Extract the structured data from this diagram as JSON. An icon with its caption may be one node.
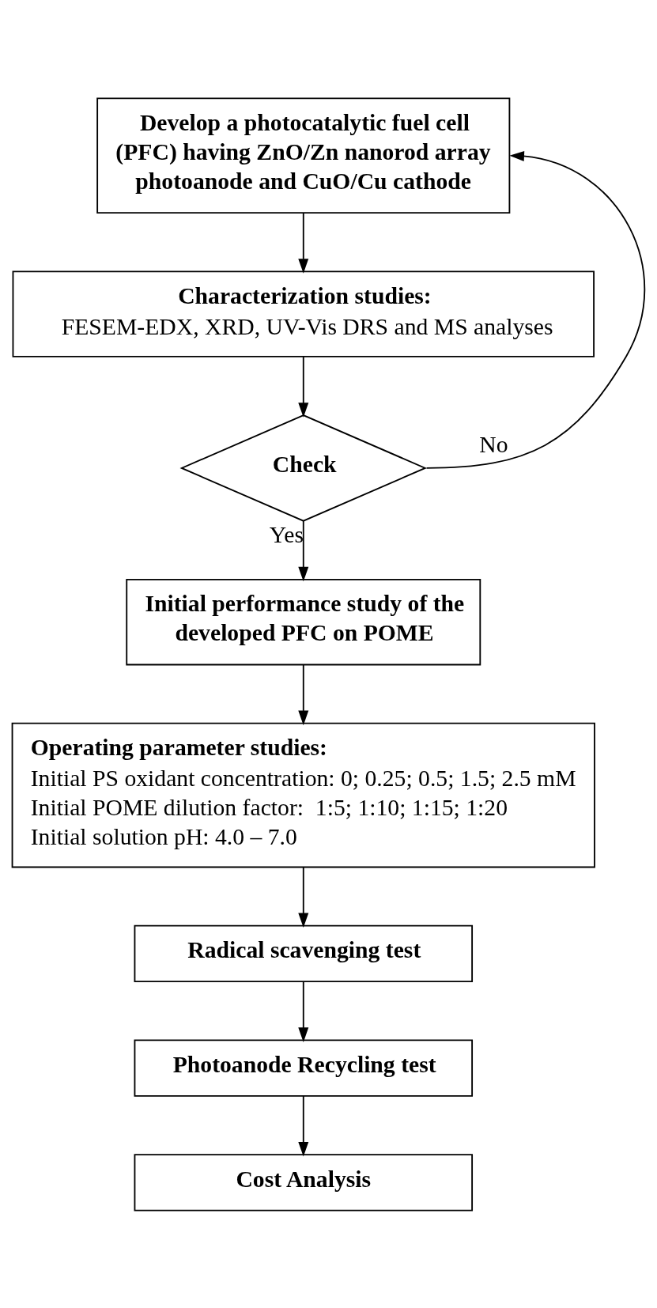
{
  "diagram": {
    "nodes": [
      {
        "text": [
          "Develop a photocatalytic fuel cell (PFC) having ZnO/Zn nanorod array photoanode and CuO/Cu cathode"
        ]
      },
      {
        "text": [
          "Characterization studies:",
          "FESEM-EDX, XRD, UV-Vis DRS and MS analyses"
        ]
      },
      {
        "text": [
          "Check"
        ]
      },
      {
        "text": [
          "Initial performance study of the developed PFC on POME"
        ]
      },
      {
        "text": [
          "Operating parameter studies:",
          "Initial PS oxidant concentration: 0; 0.25; 0.5; 1.5; 2.5 mM",
          "Initial POME dilution factor:  1:5; 1:10; 1:15; 1:20",
          "Initial solution pH: 4.0 – 7.0"
        ]
      },
      {
        "text": [
          "Radical scavenging test"
        ]
      },
      {
        "text": [
          "Photoanode Recycling test"
        ]
      },
      {
        "text": [
          "Cost Analysis"
        ]
      }
    ],
    "edges": [
      {
        "from": 0,
        "to": 1,
        "arrow": "to"
      },
      {
        "from": 1,
        "to": 2,
        "arrow": "to"
      },
      {
        "from": 2,
        "to": 3,
        "arrow": "to",
        "label": "Yes"
      },
      {
        "from": 3,
        "to": 4,
        "arrow": "to"
      },
      {
        "from": 4,
        "to": 5,
        "arrow": "to"
      },
      {
        "from": 5,
        "to": 6,
        "arrow": "to"
      },
      {
        "from": 6,
        "to": 7,
        "arrow": "to"
      },
      {
        "from": 2,
        "to": 0,
        "arrow": "to",
        "label": "No"
      }
    ]
  }
}
